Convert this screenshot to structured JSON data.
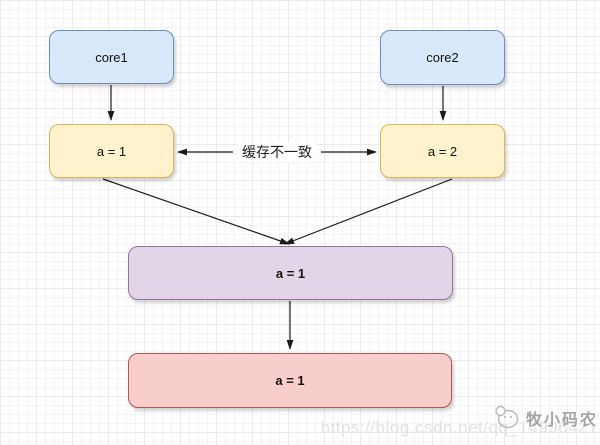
{
  "diagram": {
    "nodes": {
      "core1": {
        "label": "core1"
      },
      "core2": {
        "label": "core2"
      },
      "cache1": {
        "label": "a = 1"
      },
      "cache2": {
        "label": "a = 2"
      },
      "shared": {
        "label": "a = 1"
      },
      "memory": {
        "label": "a = 1"
      }
    },
    "labels": {
      "inconsistency": "缓存不一致"
    }
  },
  "watermark": {
    "account_icon": "wechat-account-icon",
    "account_name": "牧小码农",
    "url": "https://blog.csdn.net/qq_14996421"
  },
  "colors": {
    "core-fill": "#dae8fc",
    "core-stroke": "#6c8ebf",
    "cache-fill": "#fff2cc",
    "cache-stroke": "#d6b656",
    "shared-fill": "#e1d5e7",
    "shared-stroke": "#9673a6",
    "memory-fill": "#f8cecc",
    "memory-stroke": "#b85450",
    "arrow": "#1a1a1a",
    "grid-minor": "#f5f4f4",
    "grid-major": "#eceaea"
  }
}
